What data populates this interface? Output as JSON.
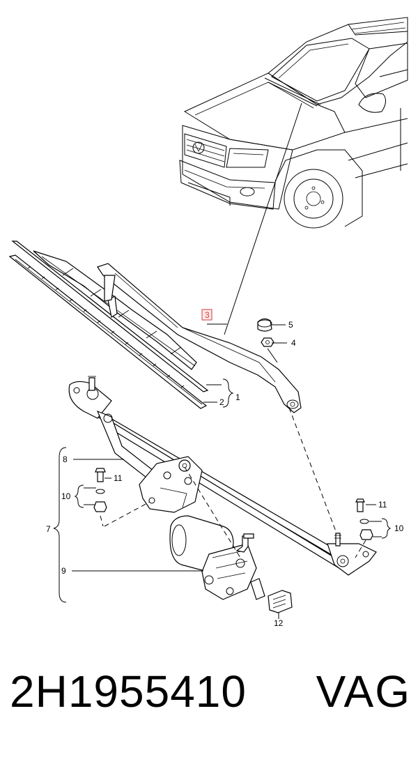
{
  "diagram": {
    "callouts": {
      "c1": "1",
      "c2": "2",
      "c3": "3",
      "c4": "4",
      "c5": "5",
      "c7": "7",
      "c8": "8",
      "c9": "9",
      "c10_left": "10",
      "c10_right": "10",
      "c11_left": "11",
      "c11_right": "11",
      "c12": "12"
    },
    "highlighted_callout": "3",
    "highlight_color": "#d23c3c"
  },
  "footer": {
    "part_number": "2H1955410",
    "brand": "VAG"
  }
}
